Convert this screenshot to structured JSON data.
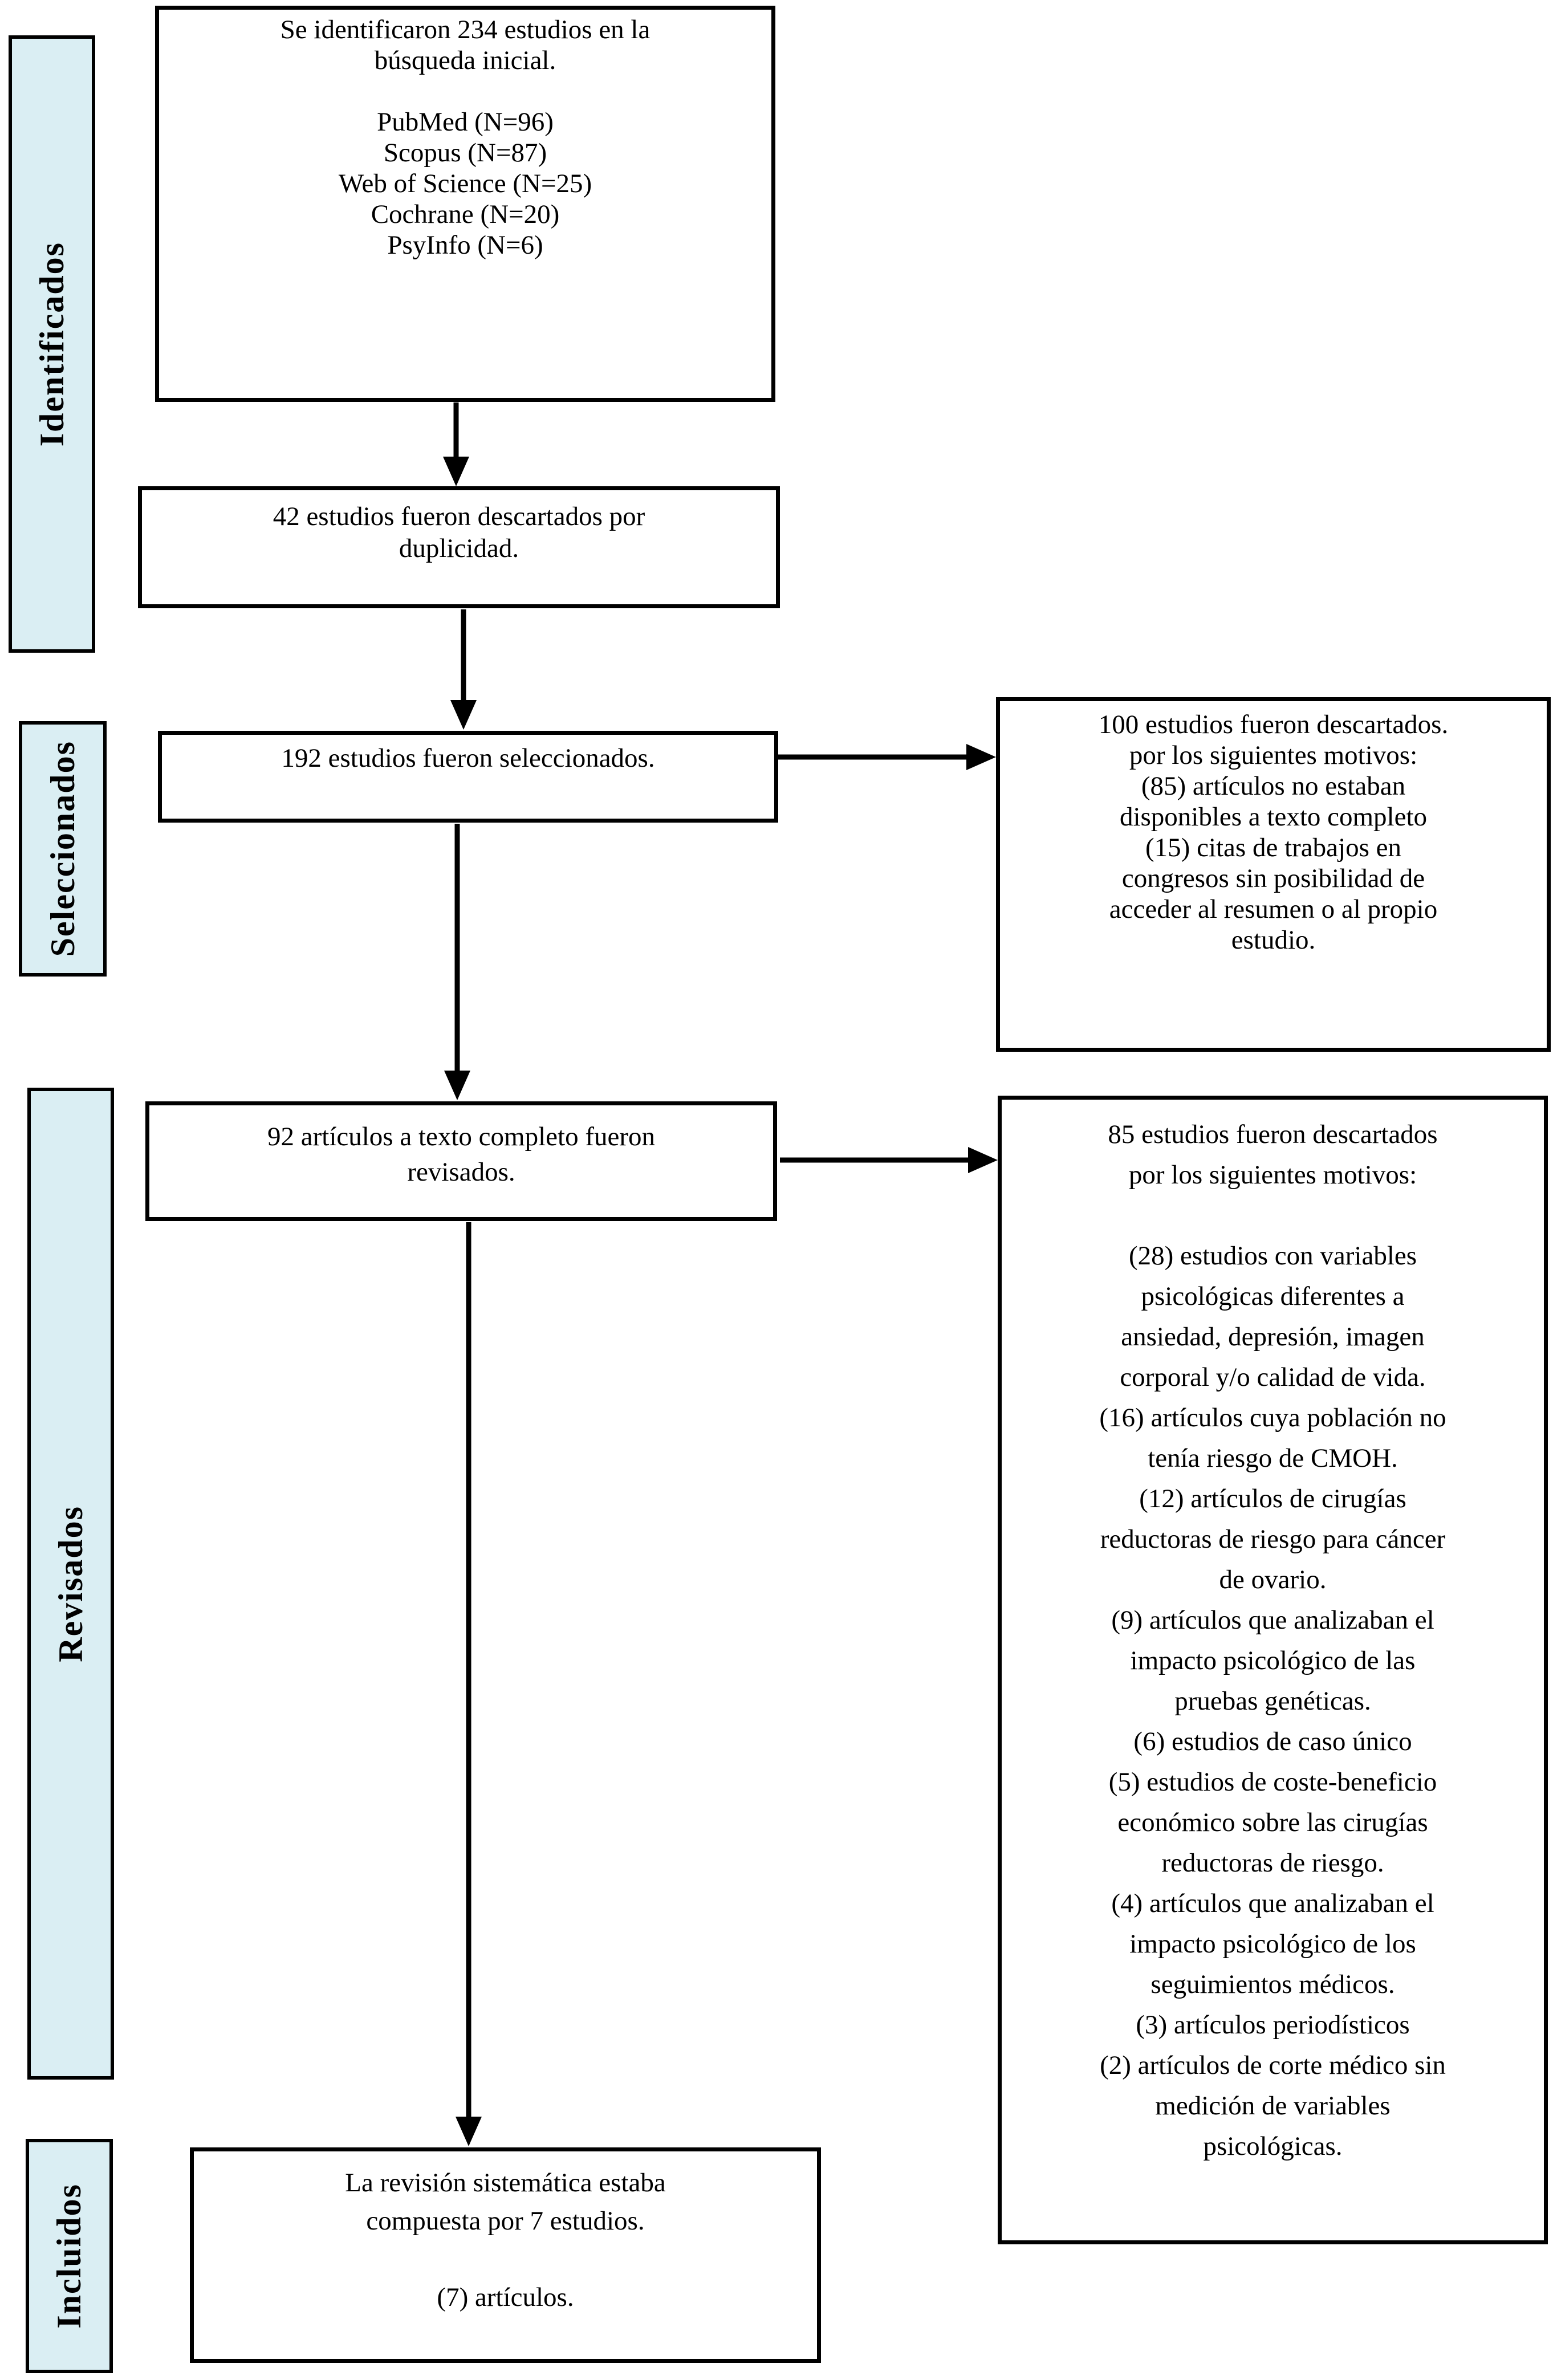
{
  "figure": {
    "type": "prisma-flow-diagram",
    "language": "es"
  },
  "colors": {
    "stage_fill": "#daeef3",
    "line_color": "#000000",
    "background": "#ffffff"
  },
  "stages": [
    {
      "id": "identificados",
      "label": "Identificados"
    },
    {
      "id": "seleccionados",
      "label": "Seleccionados"
    },
    {
      "id": "revisados",
      "label": "Revisados"
    },
    {
      "id": "incluidos",
      "label": "Incluidos"
    }
  ],
  "boxes": {
    "identified": {
      "lines": [
        "Se identificaron 234 estudios en la",
        "búsqueda inicial.",
        "",
        "PubMed (N=96)",
        "Scopus (N=87)",
        "Web of Science (N=25)",
        "Cochrane (N=20)",
        "PsyInfo (N=6)"
      ]
    },
    "duplicates": {
      "lines": [
        "42 estudios fueron descartados por",
        "duplicidad."
      ]
    },
    "screened": {
      "lines": [
        "192 estudios fueron seleccionados."
      ]
    },
    "excluded_screening": {
      "lines": [
        "100 estudios fueron descartados.",
        "por los siguientes motivos:",
        "(85) artículos no estaban",
        "disponibles a texto completo",
        "(15) citas de trabajos en",
        "congresos sin posibilidad de",
        "acceder al resumen o al propio",
        "estudio."
      ]
    },
    "fulltext": {
      "lines": [
        "92 artículos a texto completo fueron",
        "revisados."
      ]
    },
    "excluded_fulltext": {
      "lines": [
        "85 estudios fueron descartados",
        "por los siguientes motivos:",
        "",
        "(28) estudios con variables",
        "psicológicas diferentes a",
        "ansiedad, depresión, imagen",
        "corporal y/o calidad de vida.",
        "(16) artículos cuya población no",
        "tenía riesgo de CMOH.",
        "(12) artículos de cirugías",
        "reductoras de riesgo para cáncer",
        "de ovario.",
        "(9) artículos que analizaban el",
        "impacto psicológico de las",
        "pruebas genéticas.",
        "(6) estudios de caso único",
        "(5) estudios de coste-beneficio",
        "económico sobre las cirugías",
        "reductoras de riesgo.",
        "(4) artículos que analizaban el",
        "impacto psicológico de los",
        "seguimientos médicos.",
        "(3) artículos periodísticos",
        "(2) artículos de corte médico sin",
        "medición de variables",
        "psicológicas."
      ]
    },
    "included": {
      "lines": [
        "La revisión sistemática estaba",
        "compuesta por 7 estudios.",
        "",
        "(7) artículos."
      ]
    }
  }
}
